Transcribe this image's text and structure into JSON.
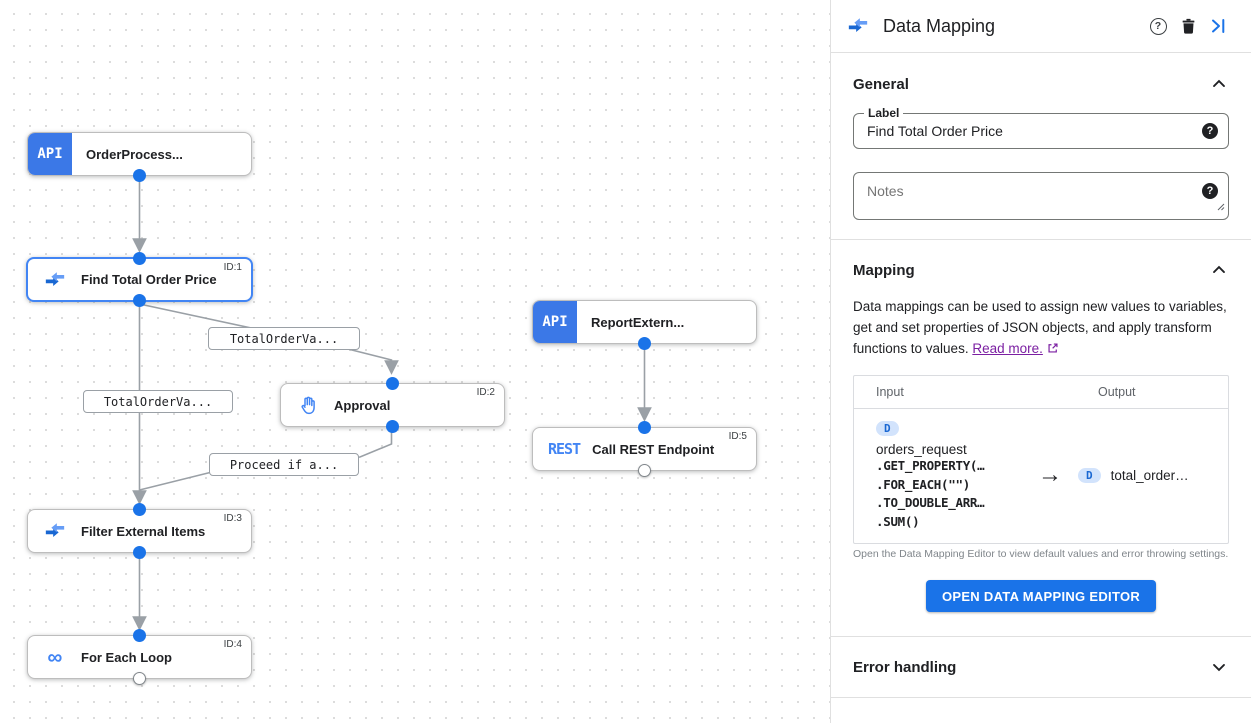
{
  "canvas": {
    "nodes": [
      {
        "label": "OrderProcess...",
        "id": "",
        "type": "api-trigger",
        "badge": "API"
      },
      {
        "label": "Find Total Order Price",
        "id": "ID:1",
        "type": "data-mapping",
        "selected": true
      },
      {
        "label": "ReportExtern...",
        "id": "",
        "type": "api-trigger",
        "badge": "API"
      },
      {
        "label": "Approval",
        "id": "ID:2",
        "type": "approval"
      },
      {
        "label": "Call REST Endpoint",
        "id": "ID:5",
        "type": "rest-task",
        "badge": "REST"
      },
      {
        "label": "Filter External Items",
        "id": "ID:3",
        "type": "data-mapping"
      },
      {
        "label": "For Each Loop",
        "id": "ID:4",
        "type": "loop"
      }
    ],
    "edge_labels": [
      {
        "text": "TotalOrderVa..."
      },
      {
        "text": "TotalOrderVa..."
      },
      {
        "text": "Proceed if a..."
      }
    ]
  },
  "panel": {
    "title": "Data Mapping",
    "general": {
      "title": "General",
      "label_field": {
        "label": "Label",
        "value": "Find Total Order Price"
      },
      "notes_field": {
        "placeholder": "Notes"
      }
    },
    "mapping": {
      "title": "Mapping",
      "description": "Data mappings can be used to assign new values to variables, get and set properties of JSON objects, and apply transform functions to values. ",
      "read_more_label": "Read more.",
      "table": {
        "input_header": "Input",
        "output_header": "Output",
        "input": {
          "badge": "D",
          "variable": "orders_request",
          "code_lines": [
            ".GET_PROPERTY(…",
            ".FOR_EACH(\"\")",
            ".TO_DOUBLE_ARR…",
            ".SUM()"
          ]
        },
        "output": {
          "badge": "D",
          "variable": "total_order…"
        }
      },
      "footnote": "Open the Data Mapping Editor to view default values and error throwing settings.",
      "open_editor_button": "OPEN DATA MAPPING EDITOR"
    },
    "error_handling": {
      "title": "Error handling"
    }
  },
  "glyphs": {
    "help": "?",
    "arrow_right": "→",
    "infinity": "∞"
  },
  "colors": {
    "accent_blue": "#1A73E8",
    "node_blue": "#3B78E7",
    "selected_border": "#4285F4",
    "edge_gray": "#9AA0A6",
    "badge_bg": "#D2E3FC",
    "badge_text": "#1967D2",
    "link_purple": "#7B1FA2"
  }
}
